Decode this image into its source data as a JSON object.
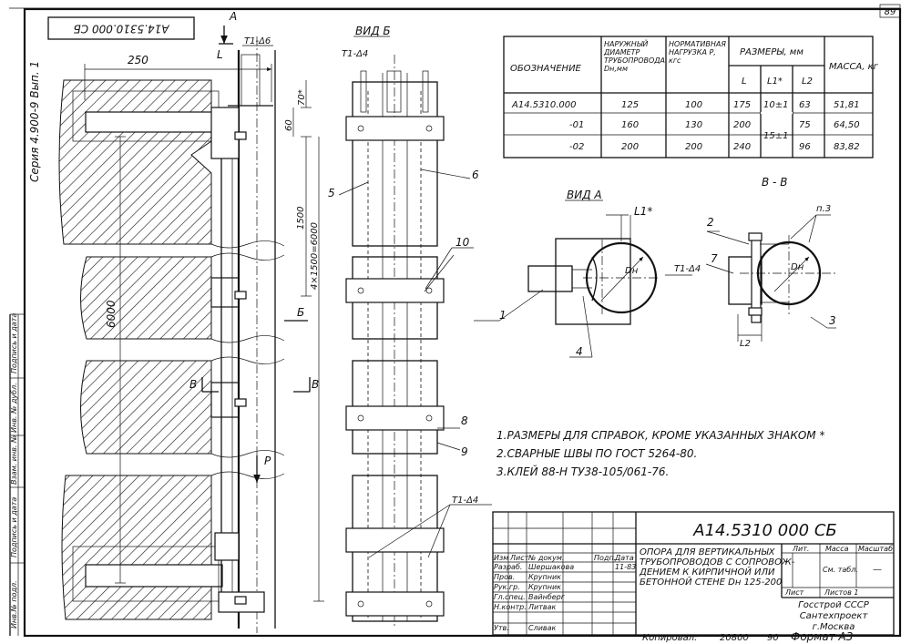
{
  "sheet": {
    "page_number": "89",
    "rotated_code": "А14.5310.000 СБ",
    "series": "Серия 4.900-9 Вып. 1"
  },
  "left_stamp": [
    "Инв.№ подл.",
    "Подпись и дата",
    "Взам. инв. №",
    "Инв. № дубл.",
    "Подпись и дата"
  ],
  "drawing_views": {
    "view_a_arrow": "А",
    "view_b_title": "ВИД Б",
    "view_a_title": "ВИД А",
    "section_title": "В - В",
    "arrow_b": "Б",
    "arrow_v_left": "В",
    "arrow_v_right": "В",
    "load_p": "Р",
    "l_label": "L",
    "l1_label": "L1*",
    "l2_label": "L2",
    "dn_label": "Dн",
    "weld_label": "T1-Δ6",
    "weld_label_b": "T1-Δ4",
    "weld_label_a": "T1-Δ4",
    "weld_label_bottom": "T1-Δ4",
    "callout_p3": "п.3"
  },
  "dimensions": {
    "d250": "250",
    "d70": "70*",
    "d60": "60",
    "d1500": "1500",
    "d4x1500": "4×1500=6000",
    "d6000": "6000"
  },
  "callouts": [
    "1",
    "2",
    "3",
    "4",
    "5",
    "6",
    "7",
    "8",
    "9",
    "10"
  ],
  "spec_table": {
    "headers": {
      "designation": "ОБОЗНАЧЕНИЕ",
      "diameter": "НАРУЖНЫЙ ДИАМЕТР ТРУБОПРОВОДА Dн,мм",
      "load": "НОРМАТИВНАЯ НАГРУЗКА Р, кгс",
      "sizes": "РАЗМЕРЫ, мм",
      "l": "L",
      "l1": "L1*",
      "l2": "L2",
      "mass": "МАССА, кг"
    },
    "rows": [
      {
        "designation": "А14.5310.000",
        "diameter": "125",
        "load": "100",
        "l": "175",
        "l1": "10±1",
        "l2": "63",
        "mass": "51,81"
      },
      {
        "designation": "-01",
        "diameter": "160",
        "load": "130",
        "l": "200",
        "l1": "15±1",
        "l2": "75",
        "mass": "64,50"
      },
      {
        "designation": "-02",
        "diameter": "200",
        "load": "200",
        "l": "240",
        "l1": "",
        "l2": "96",
        "mass": "83,82"
      }
    ]
  },
  "notes": [
    "1.РАЗМЕРЫ ДЛЯ СПРАВОК, КРОМЕ УКАЗАННЫХ ЗНАКОМ *",
    "2.СВАРНЫЕ ШВЫ ПО ГОСТ 5264-80.",
    "3.КЛЕЙ 88-Н ТУ38-105/061-76."
  ],
  "title_block": {
    "code": "А14.5310 000 СБ",
    "title_lines": [
      "ОПОРА ДЛЯ ВЕРТИКАЛЬНЫХ",
      "ТРУБОПРОВОДОВ С СОПРОВОЖ-",
      "ДЕНИЕМ К КИРПИЧНОЙ ИЛИ",
      "БЕТОННОЙ СТЕНЕ Dн 125-200"
    ],
    "head_row": [
      "Изм",
      "Лист",
      "№ докум.",
      "Подп.",
      "Дата"
    ],
    "roles": [
      {
        "role": "Разраб.",
        "name": "Шершакова",
        "date": "11-83"
      },
      {
        "role": "Пров.",
        "name": "Крупник",
        "date": ""
      },
      {
        "role": "Рук.гр.",
        "name": "Крупник",
        "date": ""
      },
      {
        "role": "Гл.спец.",
        "name": "Вайнберг",
        "date": ""
      },
      {
        "role": "Н.контр.",
        "name": "Литвак",
        "date": ""
      },
      {
        "role": "Утв.",
        "name": "Сливак",
        "date": ""
      }
    ],
    "lit_label": "Лит.",
    "mass_label": "Масса",
    "scale_label": "Масштаб",
    "mass_value": "См. табл.",
    "scale_value": "—",
    "sheet_label": "Лист",
    "sheets_label": "Листов 1",
    "org_lines": [
      "Госстрой СССР",
      "Сантехпроект",
      "г.Москва"
    ]
  },
  "footer": {
    "copied": "Копировал:",
    "number": "20800",
    "num2": "90",
    "format": "Формат А3"
  }
}
